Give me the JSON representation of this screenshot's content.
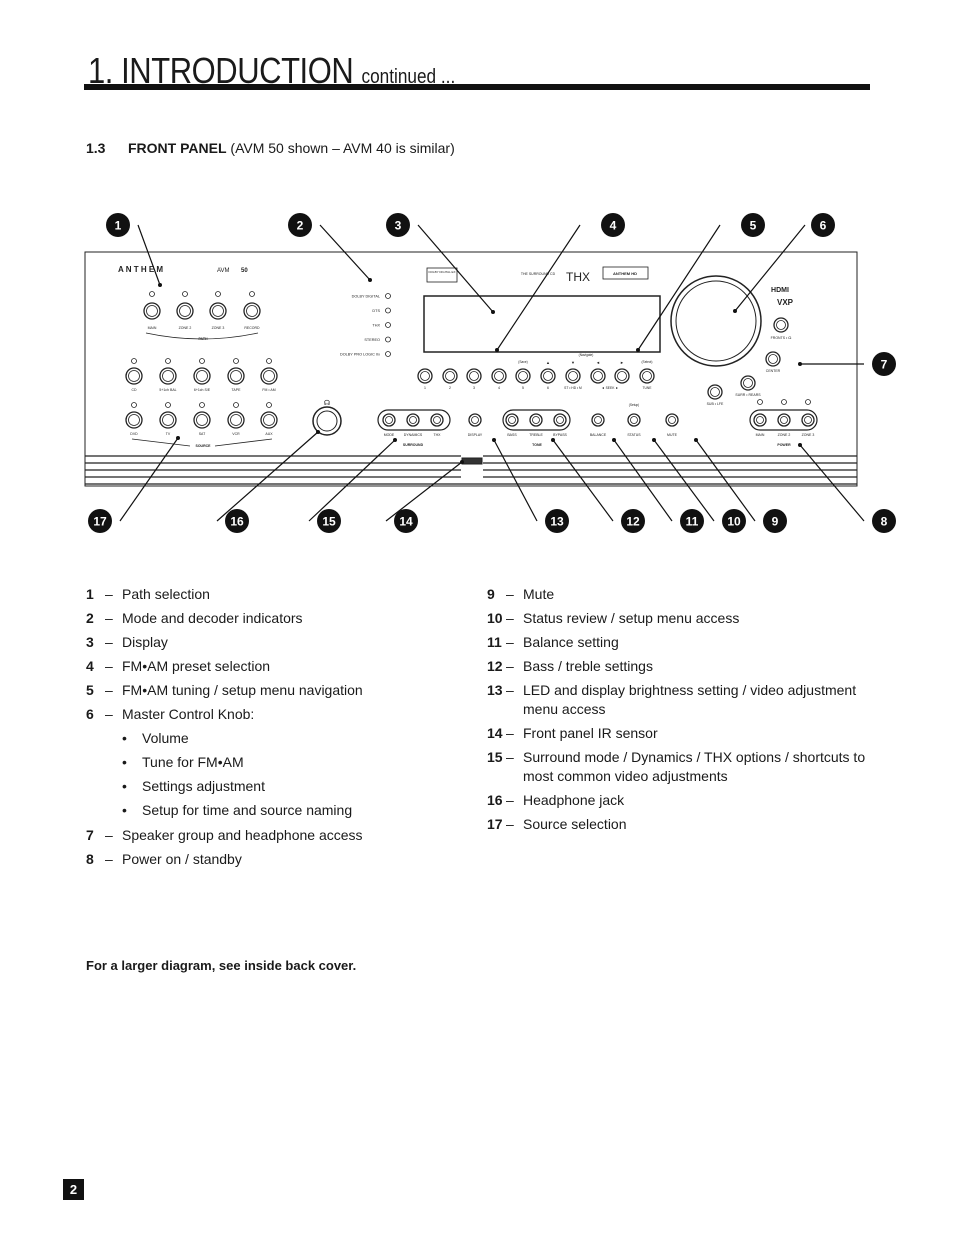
{
  "header": {
    "title": "1. INTRODUCTION",
    "continued": "continued ..."
  },
  "section": {
    "number": "1.3",
    "title": "FRONT PANEL",
    "subtitle": "(AVM 50 shown – AVM 40 is similar)"
  },
  "callouts": [
    "1",
    "2",
    "3",
    "4",
    "5",
    "6",
    "7",
    "8",
    "9",
    "10",
    "11",
    "12",
    "13",
    "14",
    "15",
    "16",
    "17"
  ],
  "panel": {
    "brand": "ANTHEM",
    "model": "AVM",
    "model_num": "50",
    "path_buttons": [
      "MAIN",
      "ZONE 2",
      "ZONE 3",
      "RECORD"
    ],
    "path_label": "PATH",
    "indicators": [
      "DOLBY DIGITAL",
      "DTS",
      "THX",
      "STEREO",
      "DOLBY PRO LOGIC IIx"
    ],
    "source_row1": [
      "CD",
      "5+1ch BAL",
      "6+1ch S/E",
      "TAPE",
      "FM • AM"
    ],
    "source_row2": [
      "DVD",
      "TV",
      "SAT",
      "VCR",
      "AUX"
    ],
    "source_label": "SOURCE",
    "surround_buttons": [
      "MODE",
      "DYNAMICS",
      "THX"
    ],
    "surround_label": "SURROUND",
    "display_button": "DISPLAY",
    "tone_buttons": [
      "BASS",
      "TREBLE",
      "BYPASS"
    ],
    "tone_label": "TONE",
    "balance": "BALANCE",
    "status": "STATUS",
    "setup": "(Setup)",
    "mute": "MUTE",
    "preset_numbers": [
      "1",
      "2",
      "3",
      "4",
      "5",
      "6",
      "ST • HD • M",
      "◄ SEEK ►",
      "TUNE"
    ],
    "preset_tags": [
      "(Save)",
      "(Navigate)",
      "(Select)"
    ],
    "nav_arrows": [
      "▲",
      "▼",
      "◄",
      "►"
    ],
    "fronts": "FRONTS • ☊",
    "center": "CENTER",
    "sub": "SUB • LFE",
    "surr": "SURR • REARS",
    "power_buttons": [
      "MAIN",
      "ZONE 2",
      "ZONE 3"
    ],
    "power_label": "POWER",
    "logos": [
      "DOLBY DIGITAL EX",
      "THE SURROUND CD",
      "THX",
      "ANTHEM HD",
      "HDMI",
      "VXP"
    ]
  },
  "legend_left": [
    {
      "n": "1",
      "d": "Path selection"
    },
    {
      "n": "2",
      "d": "Mode and decoder indicators"
    },
    {
      "n": "3",
      "d": "Display"
    },
    {
      "n": "4",
      "d": "FM•AM preset selection"
    },
    {
      "n": "5",
      "d": "FM•AM tuning / setup menu navigation"
    },
    {
      "n": "6",
      "d": "Master Control Knob:"
    }
  ],
  "knob_items": [
    "Volume",
    "Tune for FM•AM",
    "Settings adjustment",
    "Setup for time and source naming"
  ],
  "legend_left2": [
    {
      "n": "7",
      "d": "Speaker group and headphone access"
    },
    {
      "n": "8",
      "d": "Power on / standby"
    }
  ],
  "legend_right": [
    {
      "n": "9",
      "d": "Mute"
    },
    {
      "n": "10",
      "d": "Status review / setup menu access"
    },
    {
      "n": "11",
      "d": "Balance setting"
    },
    {
      "n": "12",
      "d": "Bass / treble settings"
    },
    {
      "n": "13",
      "d": "LED and display brightness setting / video adjustment menu access"
    },
    {
      "n": "14",
      "d": "Front panel IR sensor"
    },
    {
      "n": "15",
      "d": "Surround mode / Dynamics / THX options / shortcuts to most common video adjustments"
    },
    {
      "n": "16",
      "d": "Headphone jack"
    },
    {
      "n": "17",
      "d": "Source selection"
    }
  ],
  "note": "For a larger diagram, see inside back cover.",
  "page_number": "2",
  "colors": {
    "ink": "#111111",
    "panel_line": "#222222"
  }
}
